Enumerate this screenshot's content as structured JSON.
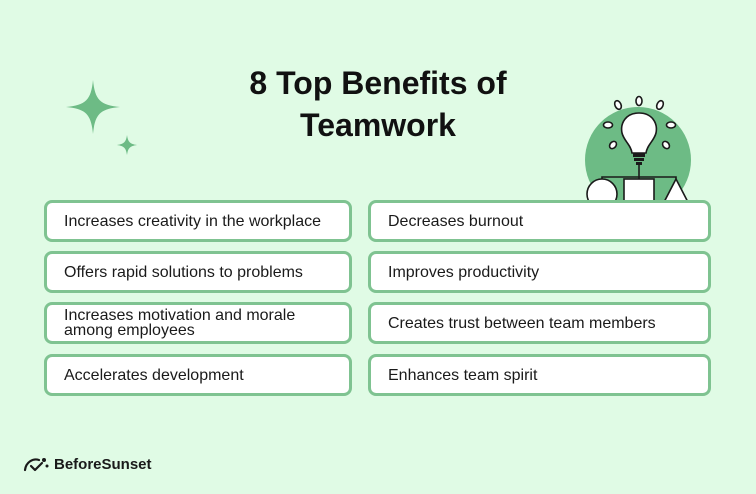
{
  "title": {
    "line1": "8 Top Benefits of",
    "line2": "Teamwork"
  },
  "benefits": {
    "left": [
      "Increases creativity in the workplace",
      "Offers rapid solutions to problems",
      "Increases motivation and morale among employees",
      "Accelerates development"
    ],
    "right": [
      "Decreases burnout",
      "Improves productivity",
      "Creates trust between team members",
      "Enhances team spirit"
    ]
  },
  "logo": {
    "text": "BeforeSunset",
    "icon": "speedometer-check-icon"
  },
  "colors": {
    "background": "#e0fbe5",
    "accent": "#6dbb85",
    "card_border": "#7fc391",
    "text": "#111111"
  }
}
